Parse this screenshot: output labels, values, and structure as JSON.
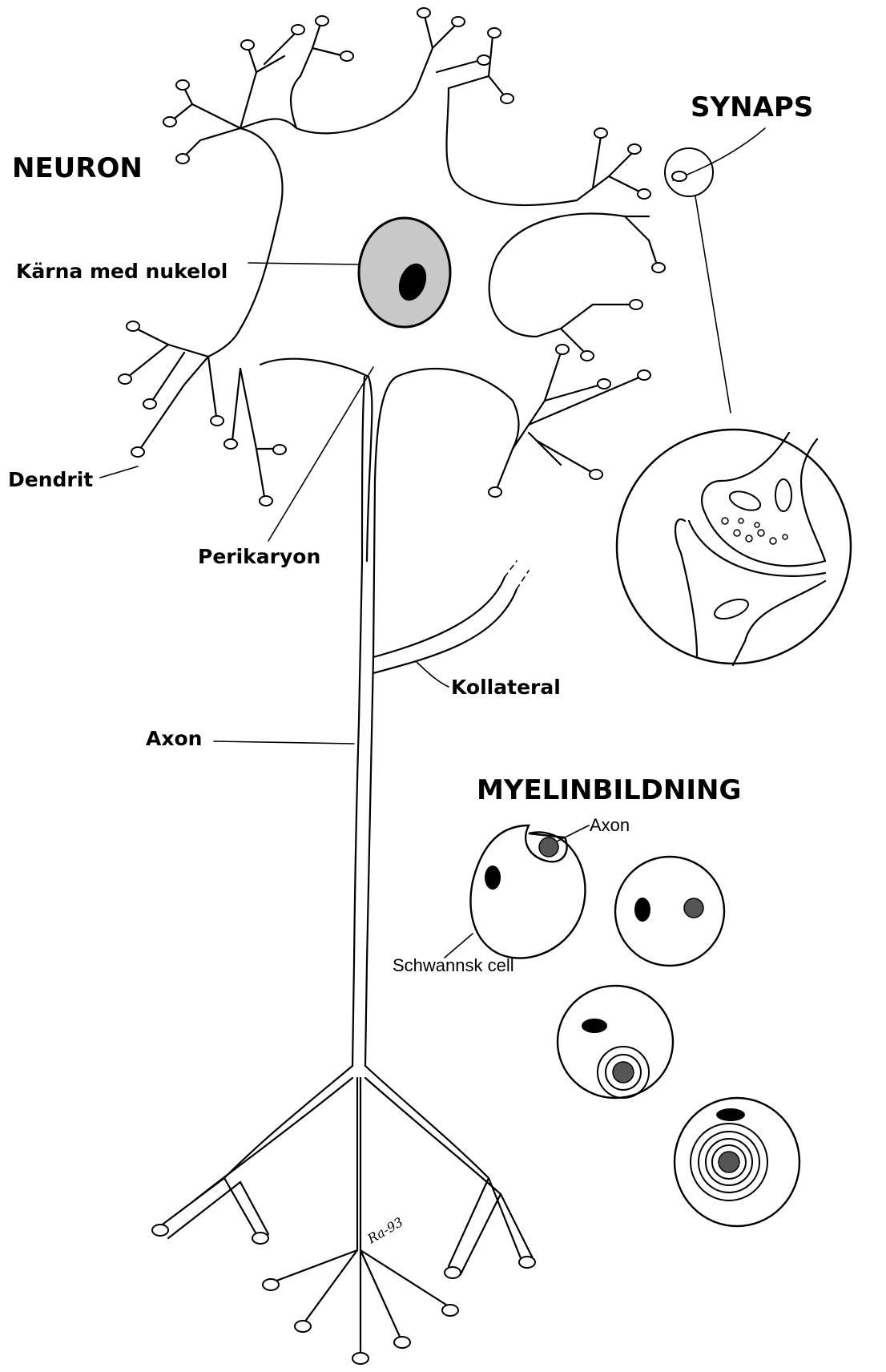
{
  "titles": {
    "neuron": "NEURON",
    "synaps": "SYNAPS",
    "myelin": "MYELINBILDNING"
  },
  "labels": {
    "nucleus": "Kärna med nukelol",
    "dendrite": "Dendrit",
    "perikaryon": "Perikaryon",
    "collateral": "Kollateral",
    "axon": "Axon",
    "myelin_axon": "Axon",
    "schwann": "Schwannsk cell"
  },
  "signature": "Ra-93",
  "colors": {
    "line": "#000000",
    "nucleus_fill": "#c8c8c8",
    "nucleolus_fill": "#000000",
    "background": "#ffffff"
  }
}
